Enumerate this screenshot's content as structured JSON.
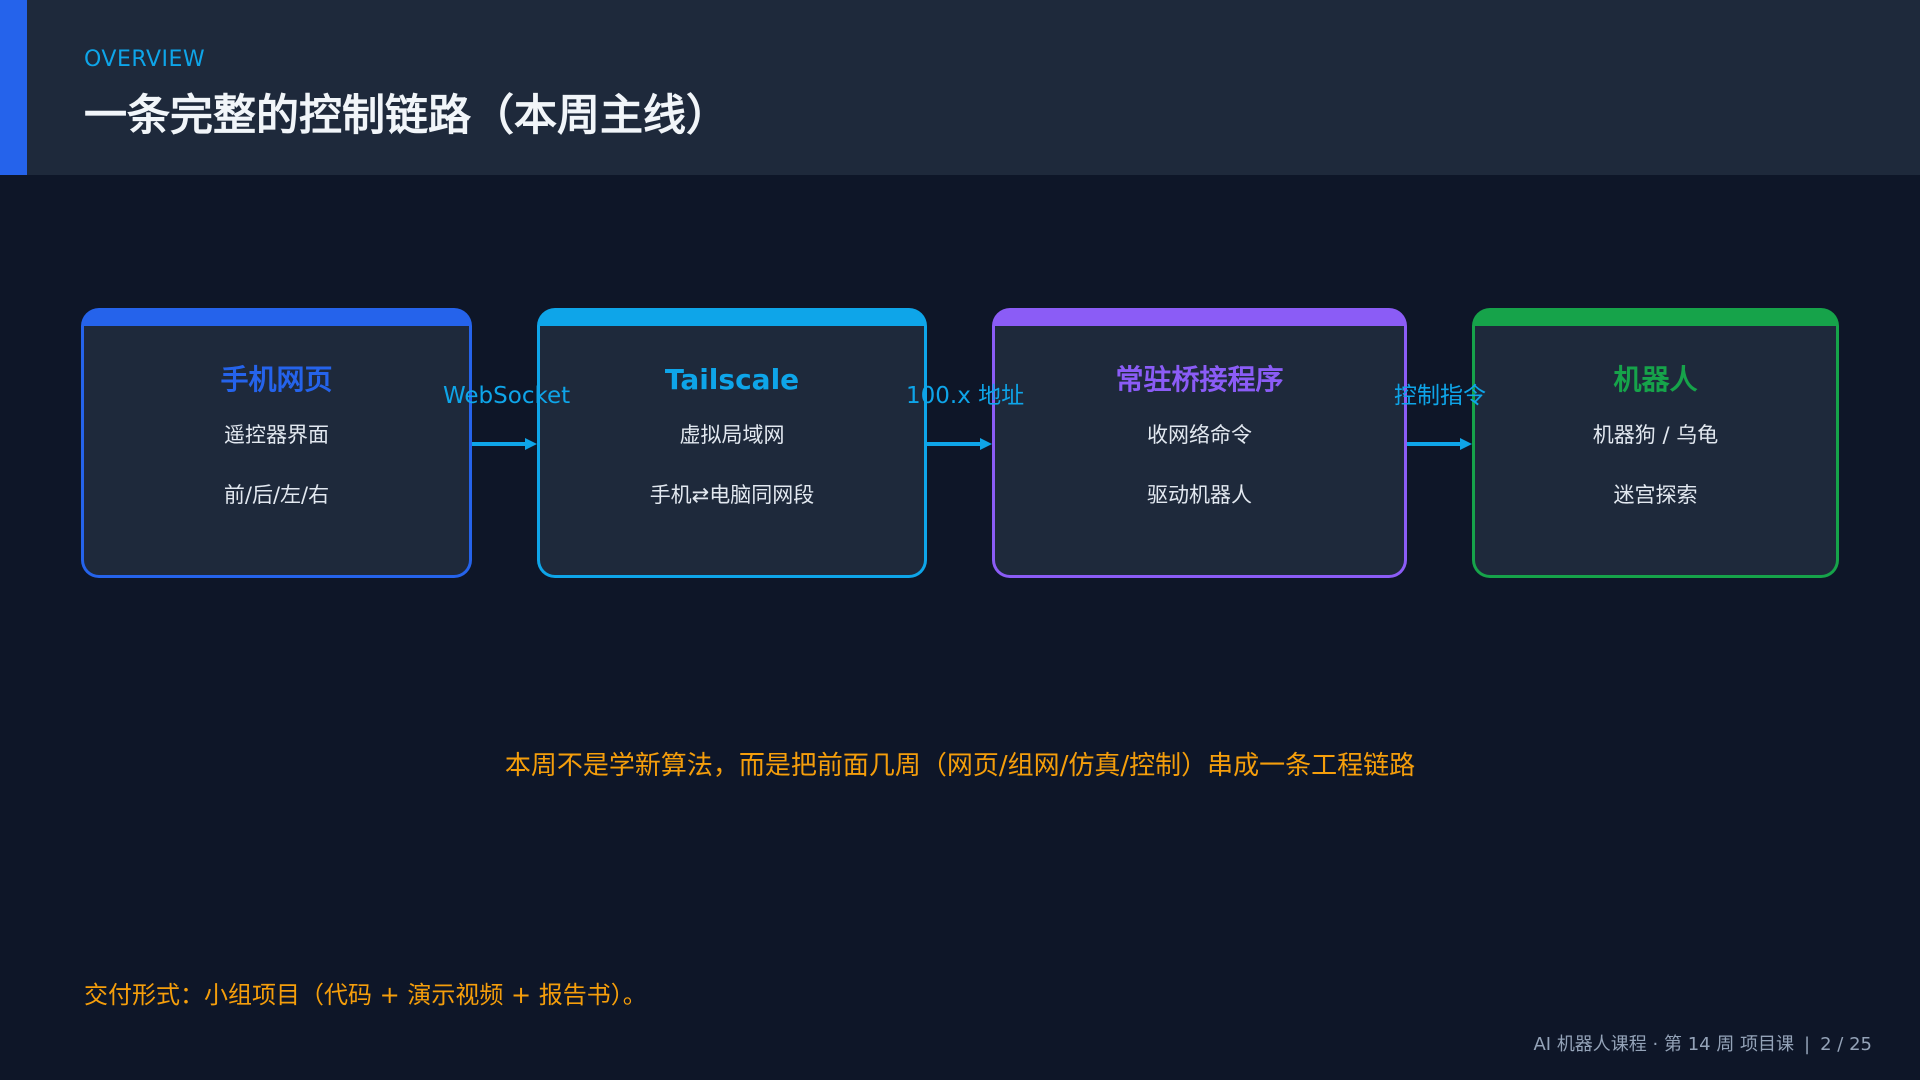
{
  "header": {
    "eyebrow": "OVERVIEW",
    "title": "一条完整的控制链路（本周主线）"
  },
  "colors": {
    "accent": "#2563eb",
    "header_bg": "#1e293b",
    "page_bg": "#0e1628",
    "connector": "#0ea5e9",
    "highlight": "#f59e0b"
  },
  "flow": {
    "cards": [
      {
        "title": "手机网页",
        "lines": [
          "遥控器界面",
          "前/后/左/右"
        ],
        "color": "#2563eb"
      },
      {
        "title": "Tailscale",
        "lines": [
          "虚拟局域网",
          "手机⇄电脑同网段"
        ],
        "color": "#0ea5e9"
      },
      {
        "title": "常驻桥接程序",
        "lines": [
          "收网络命令",
          "驱动机器人"
        ],
        "color": "#8b5cf6"
      },
      {
        "title": "机器人",
        "lines": [
          "机器狗 / 乌龟",
          "迷宫探索"
        ],
        "color": "#16a34a"
      }
    ],
    "connectors": [
      {
        "label": "WebSocket"
      },
      {
        "label": "100.x 地址"
      },
      {
        "label": "控制指令"
      }
    ]
  },
  "note": "本周不是学新算法，而是把前面几周（网页/组网/仿真/控制）串成一条工程链路",
  "delivery": "交付形式：小组项目（代码 + 演示视频 + 报告书）。",
  "footer": {
    "course": "AI 机器人课程 · 第 14 周 项目课",
    "separator": "|",
    "page": "2 / 25"
  }
}
